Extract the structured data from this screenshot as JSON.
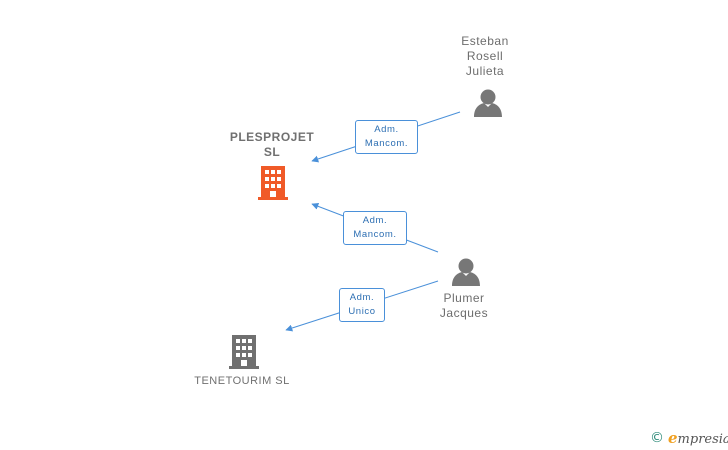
{
  "nodes": {
    "plesprojet": {
      "name_line1": "PLESPROJET",
      "name_line2": "SL",
      "color": "#f05a28",
      "icon": "building-icon"
    },
    "tenetourim": {
      "name": "TENETOURIM SL",
      "color": "#707070",
      "icon": "building-icon"
    },
    "esteban": {
      "name_line1": "Esteban",
      "name_line2": "Rosell",
      "name_line3": "Julieta",
      "icon": "person-icon"
    },
    "plumer": {
      "name_line1": "Plumer",
      "name_line2": "Jacques",
      "icon": "person-icon"
    }
  },
  "edges": {
    "esteban_to_plesprojet": {
      "line1": "Adm.",
      "line2": "Mancom."
    },
    "plumer_to_plesprojet": {
      "line1": "Adm.",
      "line2": "Mancom."
    },
    "plumer_to_tenetourim": {
      "line1": "Adm.",
      "line2": "Unico"
    }
  },
  "colors": {
    "edge": "#4a90d9",
    "person": "#777777",
    "company_active": "#f05a28",
    "company_inactive": "#707070"
  },
  "watermark": {
    "copyright": "©",
    "brand_first": "e",
    "brand_rest": "mpresia"
  }
}
